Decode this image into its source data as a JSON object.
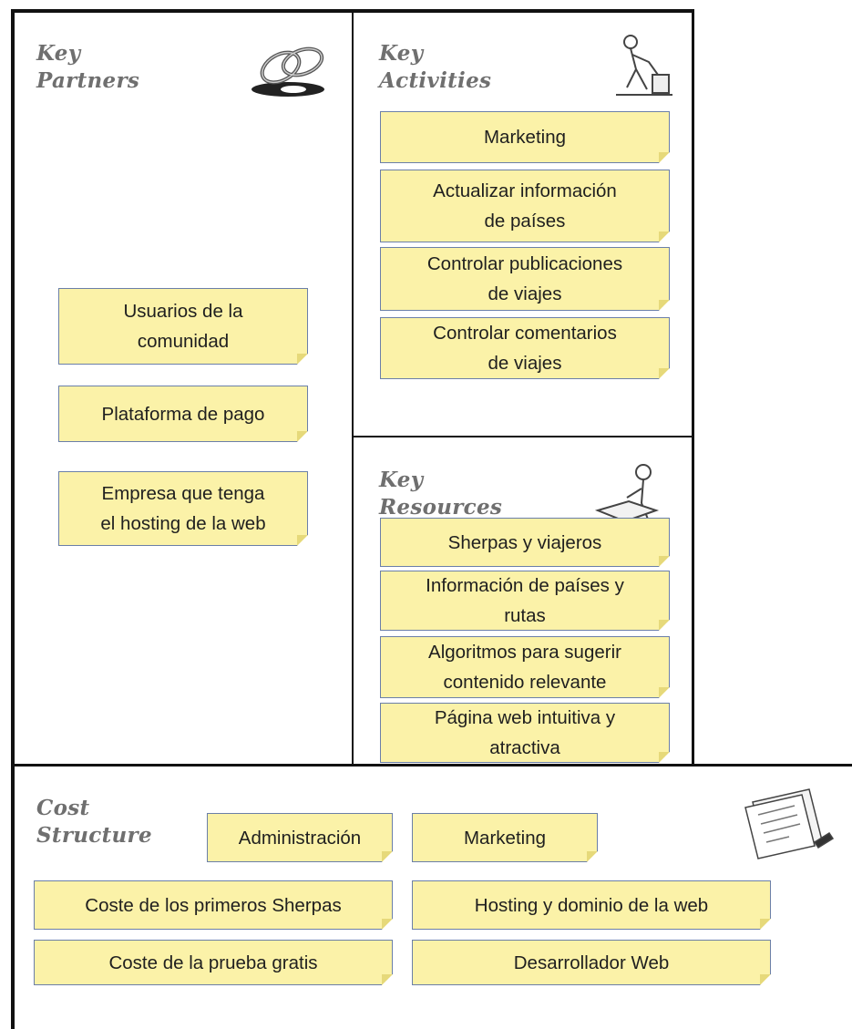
{
  "key_partners": {
    "title_line1": "Key",
    "title_line2": "Partners",
    "icon": "chain-links-icon",
    "notes": [
      {
        "line1": "Usuarios de la",
        "line2": "comunidad"
      },
      {
        "line1": "Plataforma de pago",
        "line2": ""
      },
      {
        "line1": "Empresa que tenga",
        "line2": "el hosting de la web"
      }
    ]
  },
  "key_activities": {
    "title_line1": "Key",
    "title_line2": "Activities",
    "icon": "worker-icon",
    "notes": [
      {
        "line1": "Marketing",
        "line2": ""
      },
      {
        "line1": "Actualizar información",
        "line2": "de países"
      },
      {
        "line1": "Controlar publicaciones",
        "line2": "de viajes"
      },
      {
        "line1": "Controlar comentarios",
        "line2": "de viajes"
      }
    ]
  },
  "key_resources": {
    "title_line1": "Key",
    "title_line2": "Resources",
    "icon": "person-at-desk-icon",
    "notes": [
      {
        "line1": "Sherpas y viajeros",
        "line2": ""
      },
      {
        "line1": "Información de países y",
        "line2": "rutas"
      },
      {
        "line1": "Algoritmos para sugerir",
        "line2": "contenido relevante"
      },
      {
        "line1": "Página web intuitiva y",
        "line2": "atractiva"
      }
    ]
  },
  "cost_structure": {
    "title_line1": "Cost",
    "title_line2": "Structure",
    "icon": "invoice-papers-icon",
    "notes": [
      {
        "line1": "Administración",
        "line2": ""
      },
      {
        "line1": "Marketing",
        "line2": ""
      },
      {
        "line1": "Coste de los primeros Sherpas",
        "line2": ""
      },
      {
        "line1": "Hosting y dominio de la web",
        "line2": ""
      },
      {
        "line1": "Coste de la prueba gratis",
        "line2": ""
      },
      {
        "line1": "Desarrollador Web",
        "line2": ""
      }
    ]
  },
  "colors": {
    "note_fill": "#fbf2a8",
    "note_border": "#6b7fa8",
    "title_gray": "#6f6f6f",
    "frame": "#111111"
  }
}
